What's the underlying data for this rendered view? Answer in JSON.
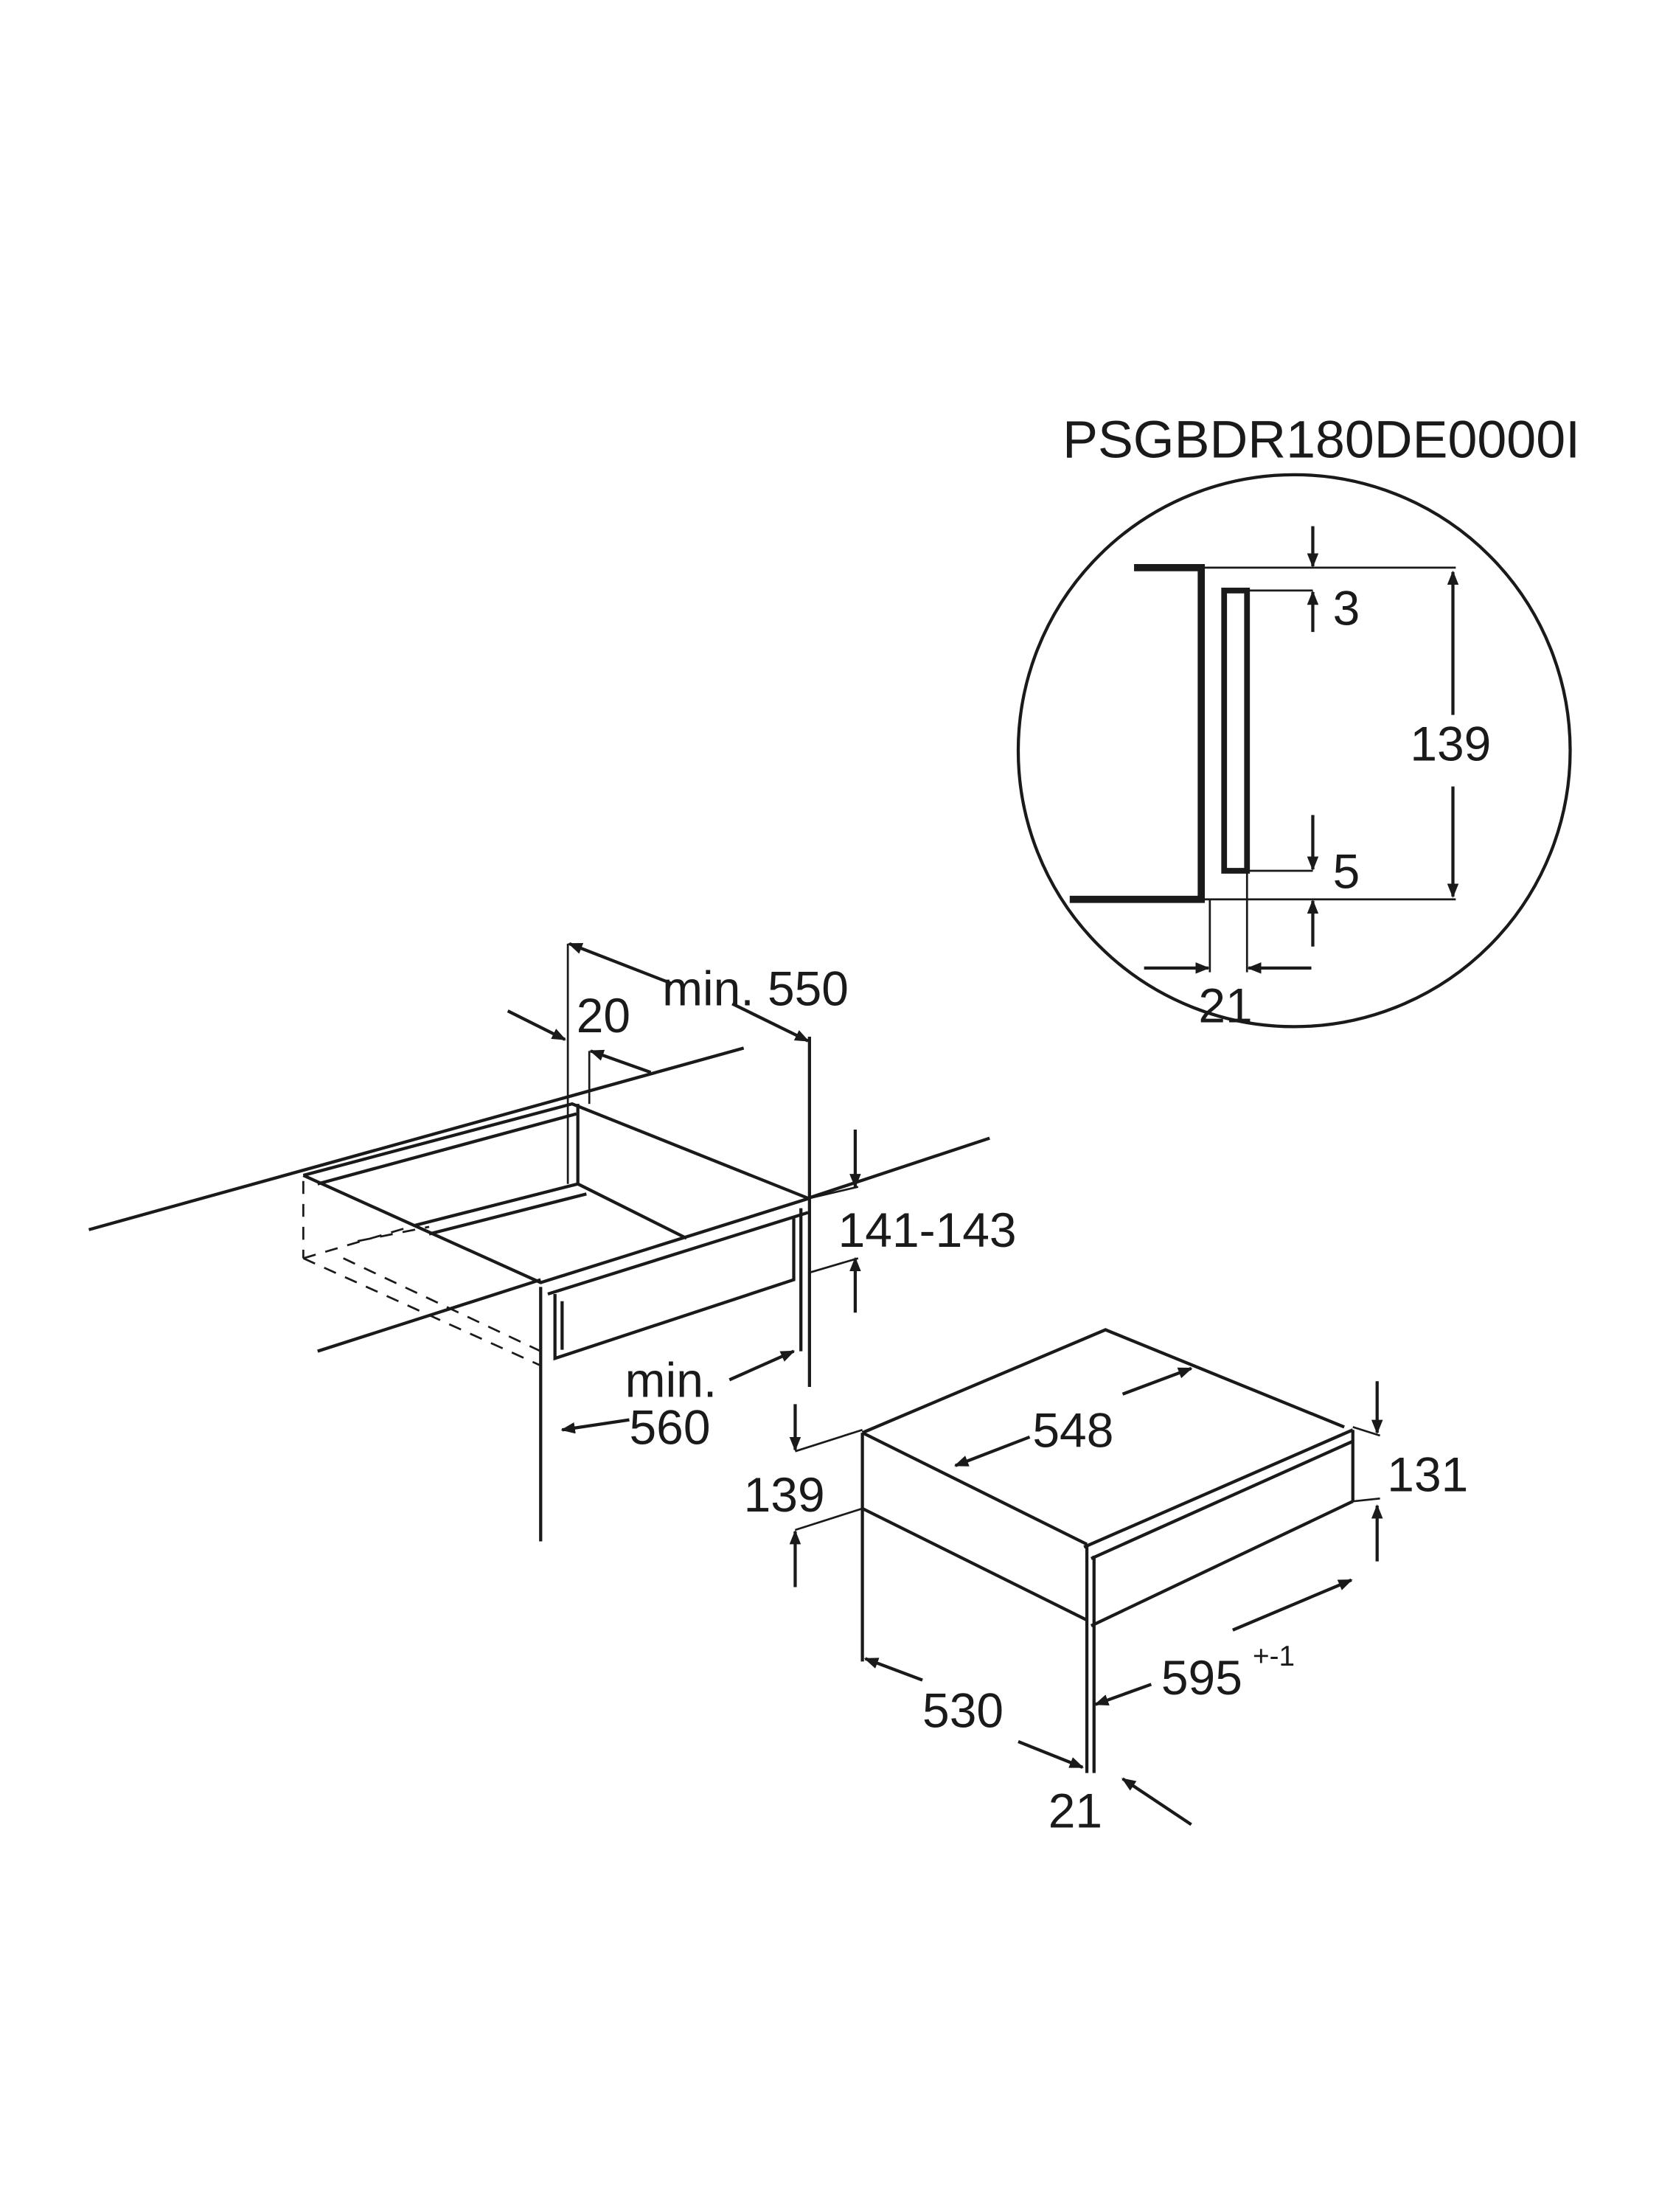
{
  "title": "PSGBDR180DE0000I",
  "detail": {
    "gap_top": "3",
    "height": "139",
    "gap_bottom": "5",
    "depth": "21"
  },
  "niche": {
    "min_550": "min. 550",
    "offset_20": "20",
    "height_range": "141-143",
    "min_label": "min.",
    "width_560": "560"
  },
  "appliance": {
    "depth_548": "548",
    "height_139": "139",
    "front_131": "131",
    "width_595": "595",
    "width_tolerance": "+-1",
    "depth_530": "530",
    "front_21": "21"
  }
}
